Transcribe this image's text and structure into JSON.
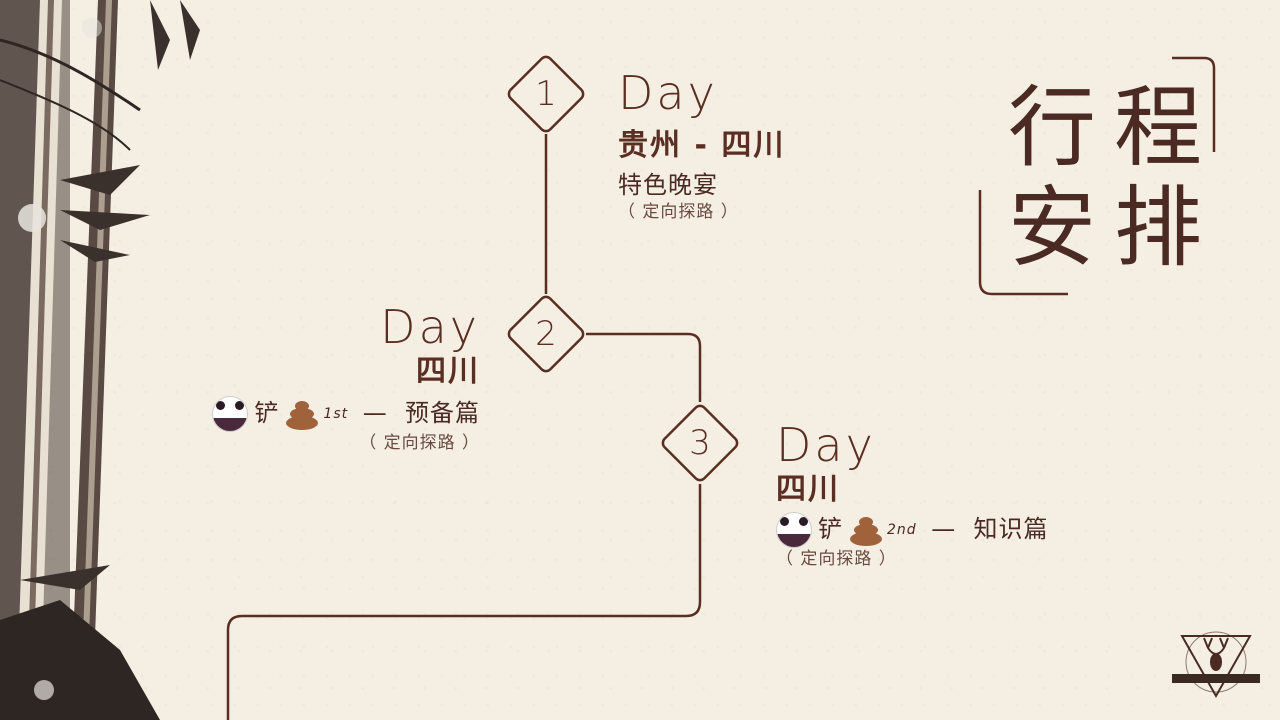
{
  "title": {
    "chars": [
      "行",
      "程",
      "安",
      "排"
    ]
  },
  "days": [
    {
      "num": "1",
      "word": "Day",
      "place": "贵州 - 四川",
      "event": "特色晚宴",
      "sub": "（ 定向探路 ）"
    },
    {
      "num": "2",
      "word": "Day",
      "place": "四川",
      "event_prefix": "铲",
      "event_sup": "1st",
      "event_suffix": " —  预备篇",
      "sub": "（ 定向探路 ）"
    },
    {
      "num": "3",
      "word": "Day",
      "place": "四川",
      "event_prefix": "铲",
      "event_sup": "2nd",
      "event_suffix": " —  知识篇",
      "sub": "（ 定向探路 ）"
    }
  ],
  "colors": {
    "line": "#5a2e22",
    "bg": "#f5efe3",
    "accent": "#5a2e22"
  },
  "icons": [
    "panda-icon",
    "poop-icon",
    "bamboo-decoration",
    "deer-logo"
  ]
}
